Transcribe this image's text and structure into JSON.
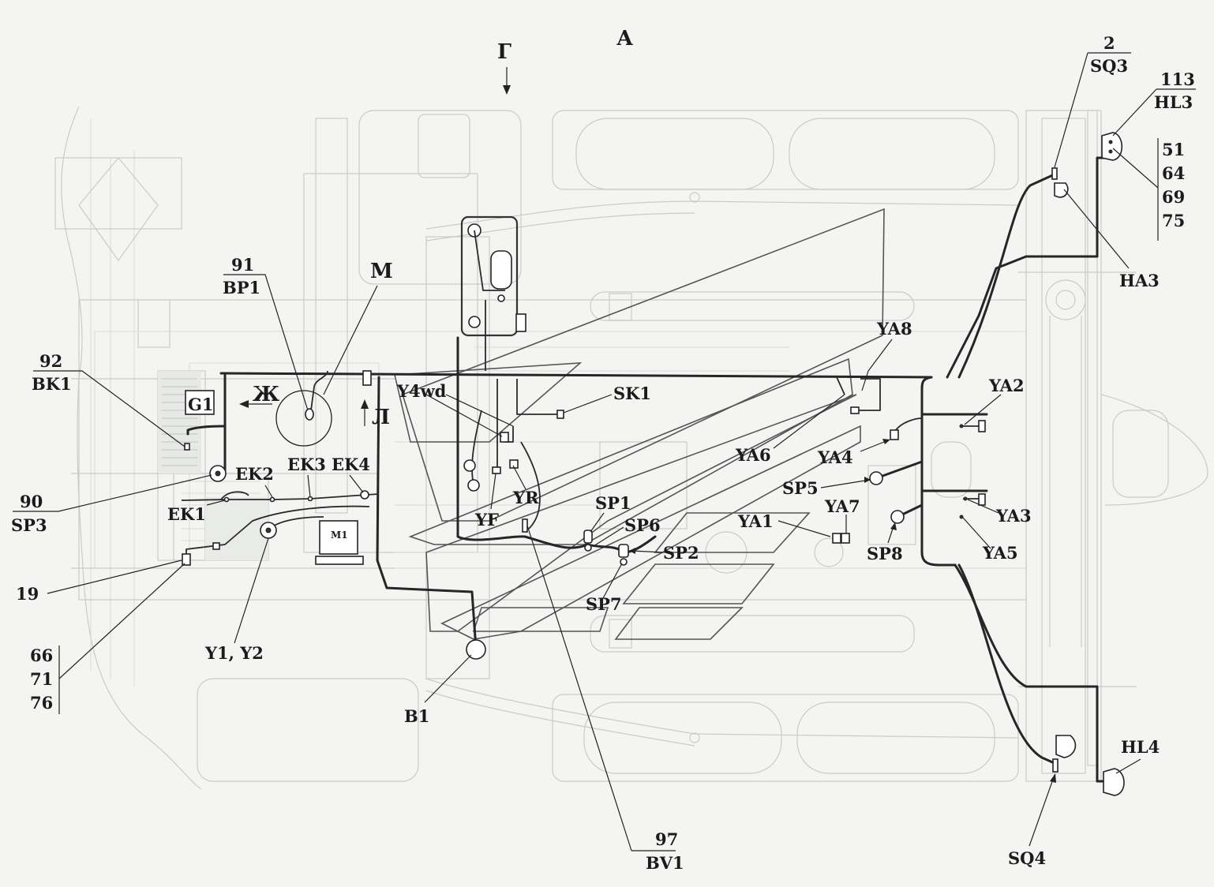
{
  "view_letters": {
    "a": "А",
    "g": "Г",
    "m": "М",
    "zh": "Ж",
    "l": "Л"
  },
  "labels": {
    "hl3_num": "113",
    "hl3": "HL3",
    "sq3_num": "2",
    "sq3": "SQ3",
    "ha3": "HA3",
    "hl3_nums": [
      "51",
      "64",
      "69",
      "75"
    ],
    "bp1_num": "91",
    "bp1": "BP1",
    "bk1_num": "92",
    "bk1": "BK1",
    "g1": "G1",
    "ek1": "EK1",
    "ek2": "EK2",
    "ek3": "EK3",
    "ek4": "EK4",
    "sp3_num": "90",
    "sp3": "SP3",
    "n19": "19",
    "left_nums": [
      "66",
      "71",
      "76"
    ],
    "y1y2": "Y1, Y2",
    "m1": "M1",
    "y4wd": "Y4wd",
    "sk1": "SK1",
    "yr": "YR",
    "yf": "YF",
    "sp1": "SP1",
    "sp6": "SP6",
    "sp2": "SP2",
    "sp7": "SP7",
    "b1": "B1",
    "bv1_num": "97",
    "bv1": "BV1",
    "ya8": "YA8",
    "ya6": "YA6",
    "ya4": "YA4",
    "sp5": "SP5",
    "ya7": "YA7",
    "ya1": "YA1",
    "sp8": "SP8",
    "ya2": "YA2",
    "ya3": "YA3",
    "ya5": "YA5",
    "hl4": "HL4",
    "sq4": "SQ4"
  }
}
